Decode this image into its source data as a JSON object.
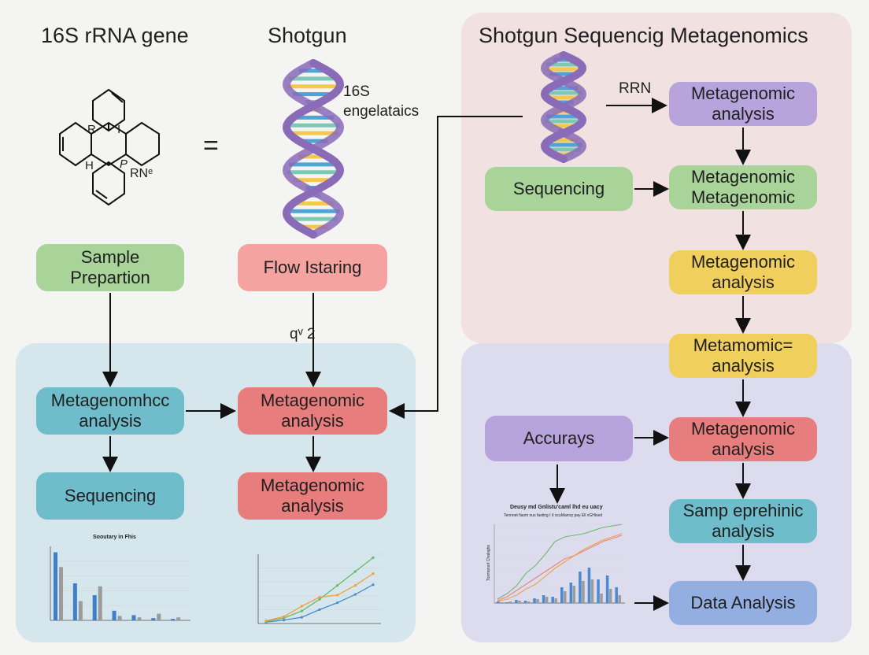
{
  "colors": {
    "blue_region": "#d5e6ec",
    "pink_region": "#f1e2e1",
    "lavender_region": "#dcdcee",
    "green": "#a8d49a",
    "pink": "#f4a3a1",
    "teal": "#6fbccb",
    "red": "#e87d7d",
    "purple": "#b7a4dd",
    "yellow": "#f1cf5c",
    "periwinkle": "#93aee0",
    "dna_outer": "#8a6bb8",
    "dna_rungs": [
      "#f2c94c",
      "#4fa3d6",
      "#7ec8b4"
    ]
  },
  "headings": {
    "left_title": "16S rRNA gene",
    "mid_title": "Shotgun",
    "right_title": "Shotgun Sequencig Metagenomics"
  },
  "molecule": {
    "equals": "=",
    "labels": [
      "R",
      "I",
      "H",
      "P",
      "RNᵉ"
    ]
  },
  "dna_label": "16S\nengelataics",
  "left": {
    "sample_prep": "Sample Prepartion",
    "flow": "Flow Istaring",
    "arrow_label": "qᵛ  2",
    "meta_analysis_1": "Metagenomhcc\nanalysis",
    "meta_analysis_2": "Metagenomic\nanalysis",
    "sequencing": "Sequencing",
    "meta_analysis_3": "Metagenomic\nanalysis"
  },
  "right": {
    "rrn_label": "RRN",
    "meta_1": "Metagenomic\nanalysis",
    "sequencing": "Sequencing",
    "meta_2": "Metagenomic\nMetagenomic",
    "meta_3": "Metagenomic\nanalysis",
    "meta_4": "Metamomic=\nanalysis",
    "accurays": "Accurays",
    "meta_5": "Metagenomic\nanalysis",
    "samp": "Samp eprehinic\nanalysis",
    "data_analysis": "Data Analysis"
  },
  "chart_data": [
    {
      "type": "bar",
      "title": "Sooutary in Fhis",
      "series": [
        {
          "color": "#3f7fc9",
          "values": [
            92,
            50,
            34,
            13,
            7,
            3,
            2
          ]
        },
        {
          "color": "#9b9b9b",
          "values": [
            72,
            26,
            46,
            6,
            4,
            9,
            4
          ]
        }
      ],
      "ylim": [
        0,
        100
      ]
    },
    {
      "type": "line",
      "title": "",
      "series": [
        {
          "color": "#4a8ad0",
          "values": [
            2,
            5,
            9,
            20,
            30,
            42,
            56
          ]
        },
        {
          "color": "#6bb86b",
          "values": [
            3,
            8,
            18,
            35,
            55,
            75,
            95
          ]
        },
        {
          "color": "#f0a040",
          "values": [
            4,
            10,
            25,
            38,
            41,
            55,
            72
          ]
        }
      ],
      "ylim": [
        0,
        100
      ]
    },
    {
      "type": "line",
      "title": "Deusy md Gnlistu'caml lhd eu uacy",
      "subtitle": "Tennnet fiasm nus fasting I II scuMarrsy pay Ell vGHlsed",
      "ylabel": "Toxmanurt Chaloghs",
      "series": [
        {
          "color": "#4a8ad0",
          "type": "bar",
          "values": [
            2,
            1,
            4,
            3,
            6,
            10,
            8,
            20,
            26,
            40,
            45,
            30,
            35,
            20
          ]
        },
        {
          "color": "#9b9b9b",
          "type": "bar",
          "values": [
            1,
            2,
            3,
            2,
            5,
            8,
            6,
            15,
            22,
            28,
            30,
            12,
            18,
            10
          ]
        },
        {
          "color": "#6bb86b",
          "type": "line",
          "values": [
            5,
            12,
            22,
            38,
            48,
            62,
            78,
            84,
            86,
            88,
            92,
            96,
            98,
            100
          ]
        },
        {
          "color": "#e8857a",
          "type": "line",
          "values": [
            3,
            8,
            16,
            24,
            32,
            40,
            48,
            56,
            60,
            66,
            72,
            78,
            82,
            86
          ]
        },
        {
          "color": "#f0a040",
          "type": "line",
          "values": [
            2,
            5,
            10,
            18,
            24,
            34,
            44,
            52,
            60,
            68,
            74,
            80,
            84,
            88
          ]
        }
      ],
      "ylim": [
        0,
        100
      ]
    }
  ]
}
